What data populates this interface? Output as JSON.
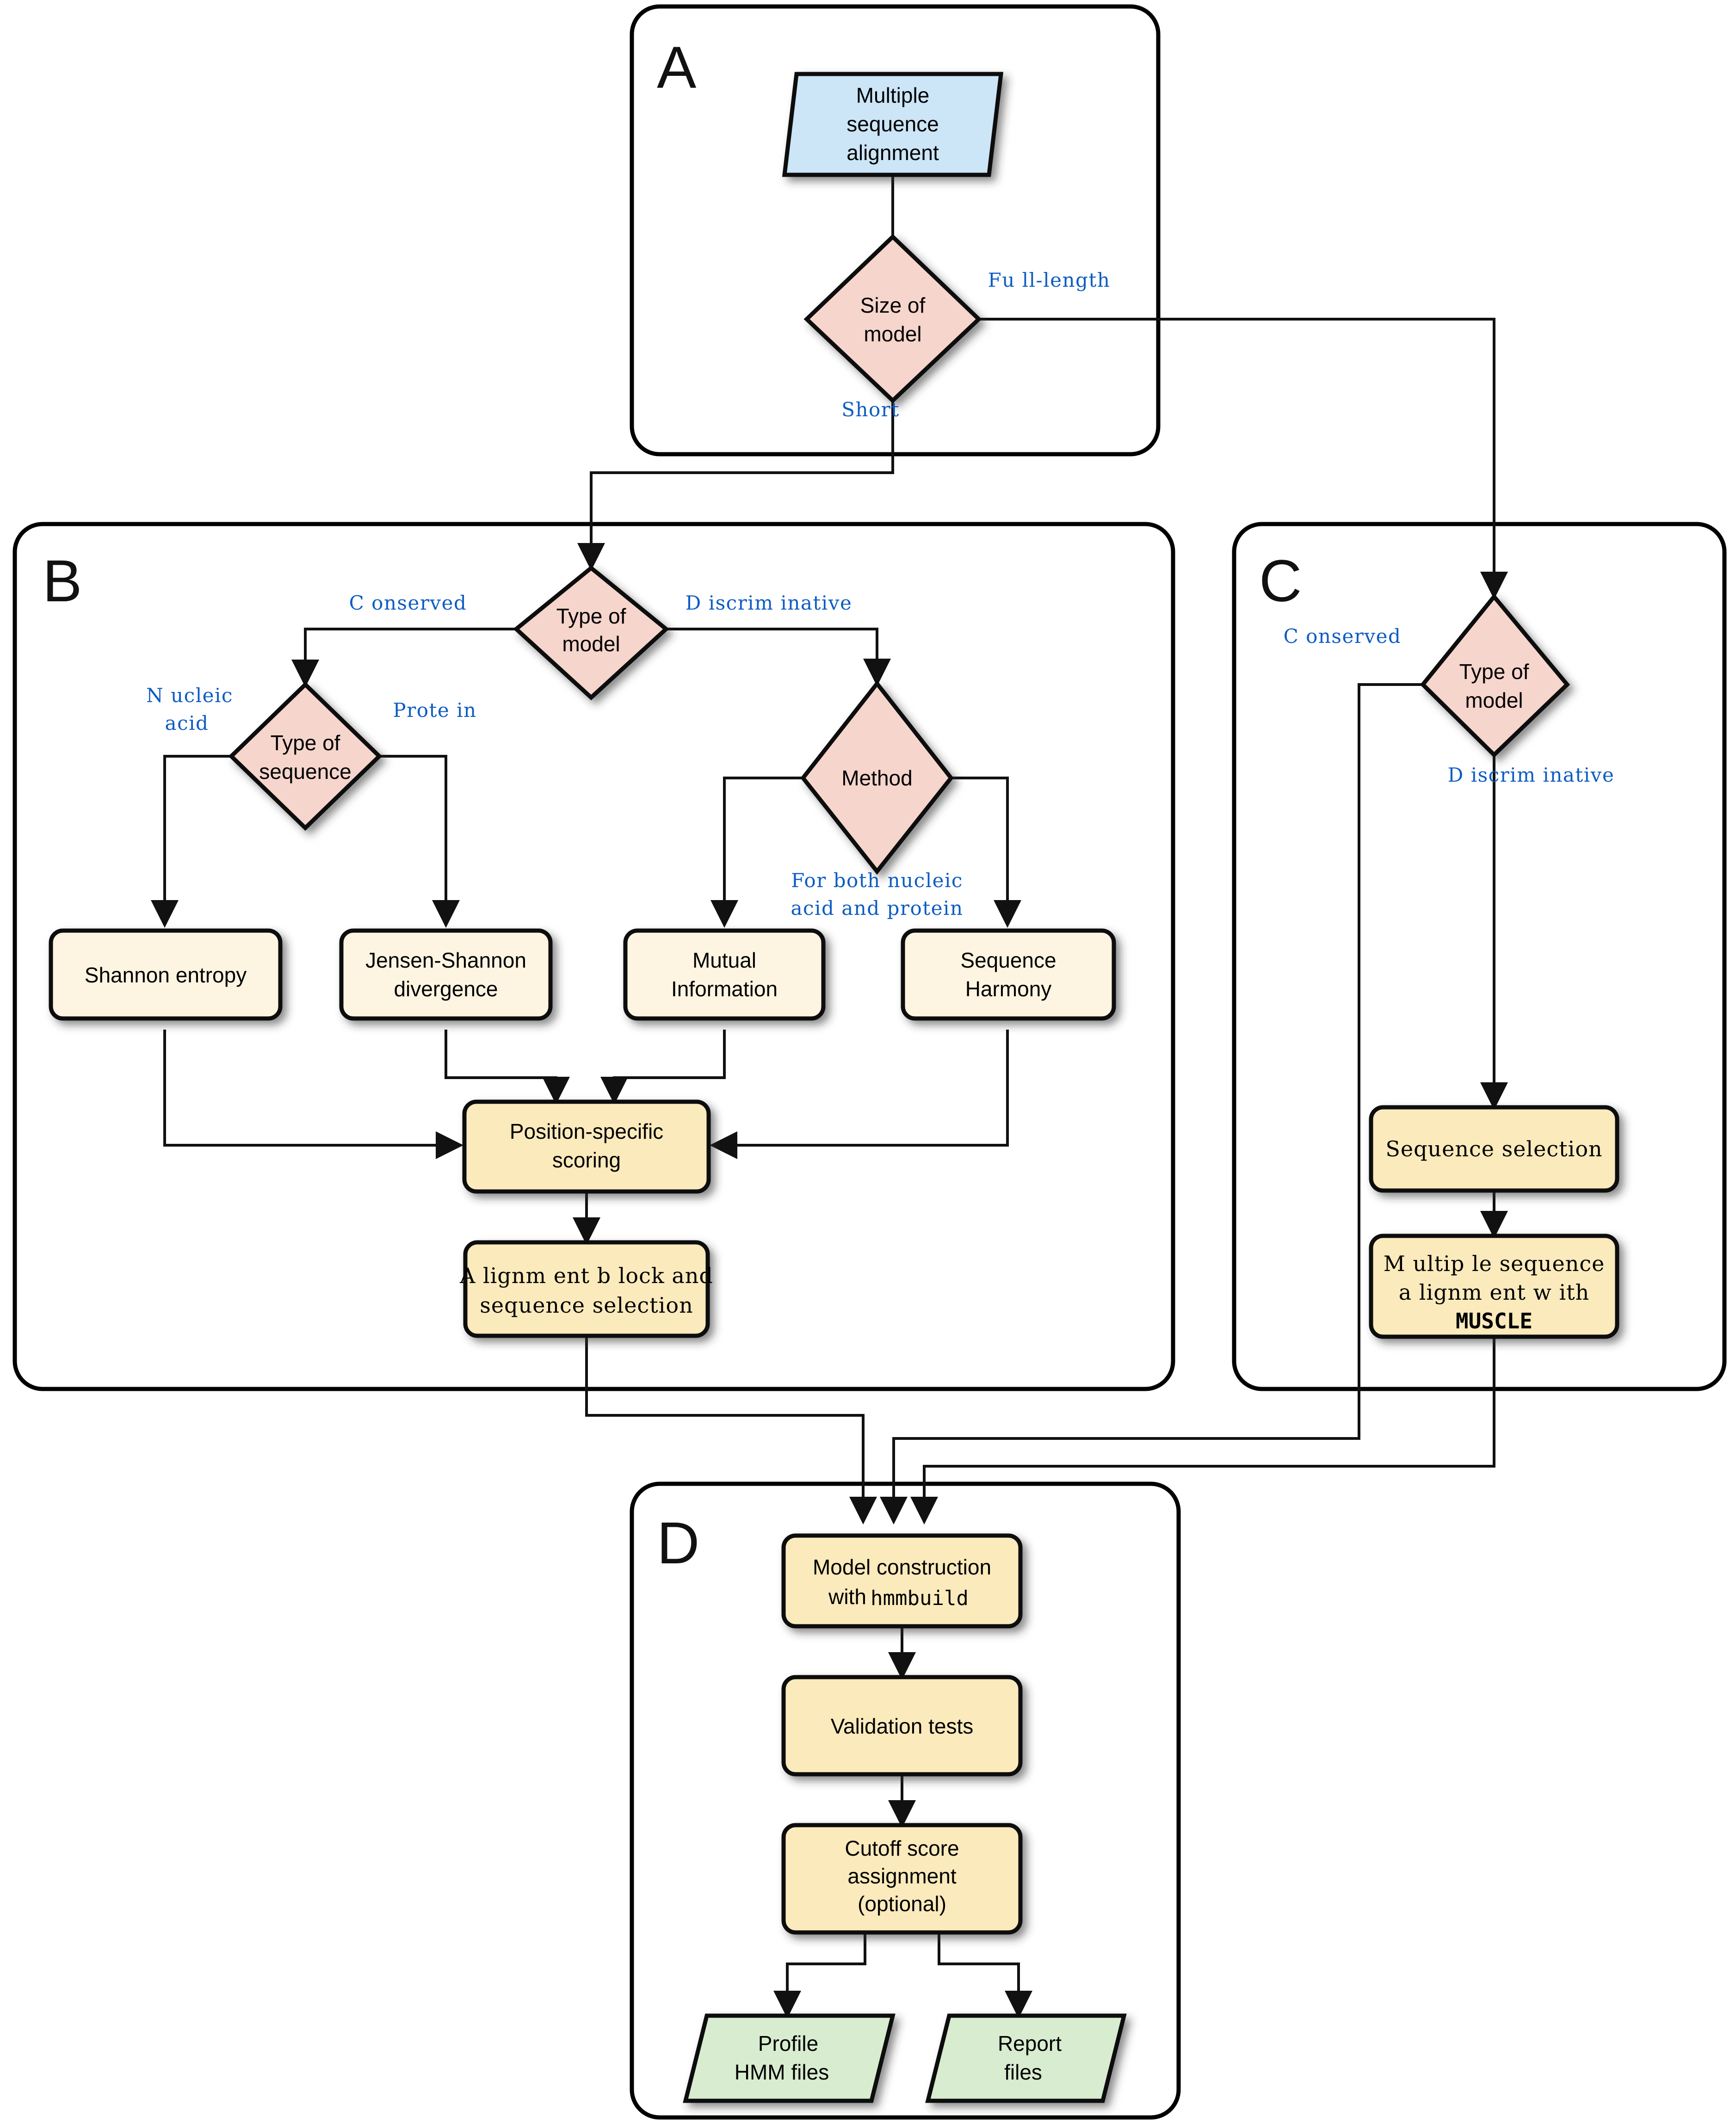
{
  "diagram": {
    "title": "Profile HMM construction workflow",
    "colors": {
      "data_shape": "#cce5f7",
      "decision_shape": "#f5d5cc",
      "process_shape_light": "#fdf5e2",
      "process_shape": "#fbeabc",
      "output_shape": "#d8ecd0",
      "edge_label": "#0d5cc3",
      "stroke": "#111111",
      "panel_border": "#000000"
    },
    "panels": [
      {
        "id": "A",
        "letter": "A"
      },
      {
        "id": "B",
        "letter": "B"
      },
      {
        "id": "C",
        "letter": "C"
      },
      {
        "id": "D",
        "letter": "D"
      }
    ],
    "nodes": {
      "msa_input": {
        "lines": [
          "Multiple",
          "sequence",
          "alignment"
        ],
        "shape": "parallelogram",
        "panel": "A"
      },
      "size_of_model": {
        "lines": [
          "Size of",
          "model"
        ],
        "shape": "diamond",
        "panel": "A"
      },
      "type_of_model_b": {
        "lines": [
          "Type of",
          "model"
        ],
        "shape": "diamond",
        "panel": "B"
      },
      "type_of_sequence": {
        "lines": [
          "Type of",
          "sequence"
        ],
        "shape": "diamond",
        "panel": "B"
      },
      "method": {
        "lines": [
          "Method"
        ],
        "shape": "diamond",
        "panel": "B"
      },
      "shannon_entropy": {
        "lines": [
          "Shannon entropy"
        ],
        "shape": "process",
        "panel": "B"
      },
      "jensen_shannon": {
        "lines": [
          "Jensen-Shannon",
          "divergence"
        ],
        "shape": "process",
        "panel": "B"
      },
      "mutual_information": {
        "lines": [
          "Mutual",
          "Information"
        ],
        "shape": "process",
        "panel": "B"
      },
      "sequence_harmony": {
        "lines": [
          "Sequence",
          "Harmony"
        ],
        "shape": "process",
        "panel": "B"
      },
      "position_specific": {
        "lines": [
          "Position-specific",
          "scoring"
        ],
        "shape": "process",
        "panel": "B"
      },
      "alignment_block": {
        "lines": [
          "A lignm ent b lock and",
          "sequence selection"
        ],
        "shape": "process",
        "panel": "B"
      },
      "type_of_model_c": {
        "lines": [
          "Type of",
          "model"
        ],
        "shape": "diamond",
        "panel": "C"
      },
      "sequence_selection": {
        "lines": [
          "Sequence selection"
        ],
        "shape": "process",
        "panel": "C"
      },
      "msa_muscle": {
        "lines": [
          "M ultip le sequence",
          "a lignm ent w ith"
        ],
        "tool": "MUSCLE",
        "shape": "process",
        "panel": "C"
      },
      "model_construction": {
        "lines": [
          "Model construction"
        ],
        "prefix": "with ",
        "tool": "hmmbuild",
        "shape": "process",
        "panel": "D"
      },
      "validation_tests": {
        "lines": [
          "Validation tests"
        ],
        "shape": "process",
        "panel": "D"
      },
      "cutoff_score": {
        "lines": [
          "Cutoff score",
          "assignment",
          "(optional)"
        ],
        "shape": "process",
        "panel": "D"
      },
      "profile_hmm_files": {
        "lines": [
          "Profile",
          "HMM files"
        ],
        "shape": "parallelogram",
        "panel": "D"
      },
      "report_files": {
        "lines": [
          "Report",
          "files"
        ],
        "shape": "parallelogram",
        "panel": "D"
      }
    },
    "edge_labels": {
      "full_length": "Fu ll-length",
      "short": "Short",
      "conserved_b": "C onserved",
      "discriminative_b": "D iscrim inative",
      "nucleic_acid_1": "N ucleic",
      "nucleic_acid_2": "acid",
      "protein": "Prote in",
      "for_both_1": "For both nucleic",
      "for_both_2": "acid and protein",
      "conserved_c": "C onserved",
      "discriminative_c": "D iscrim inative"
    }
  }
}
